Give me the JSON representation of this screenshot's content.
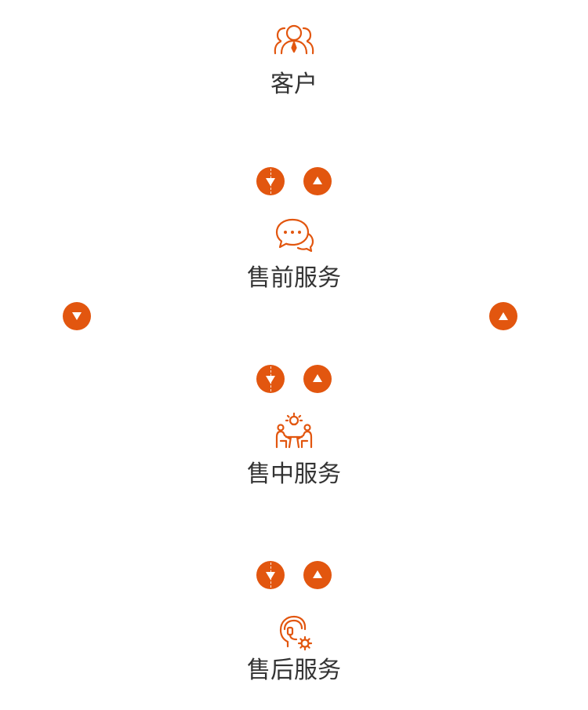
{
  "stages": [
    {
      "label": "客户",
      "icon": "customer-group-icon"
    },
    {
      "label": "售前服务",
      "icon": "chat-bubbles-icon"
    },
    {
      "label": "售中服务",
      "icon": "meeting-table-idea-icon"
    },
    {
      "label": "售后服务",
      "icon": "support-headset-gear-icon"
    }
  ],
  "connectors": {
    "down_icon": "down-arrow-icon",
    "up_icon": "up-arrow-icon",
    "side_down_icon": "down-arrow-icon",
    "side_up_icon": "up-arrow-icon"
  },
  "colors": {
    "accent": "#e2560f",
    "text": "#333333",
    "background": "#ffffff"
  }
}
